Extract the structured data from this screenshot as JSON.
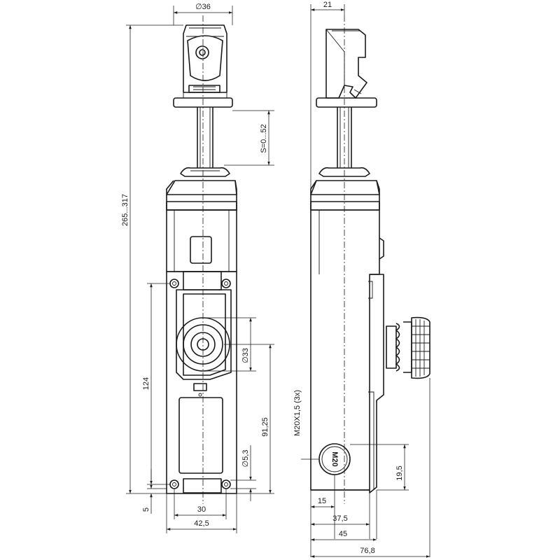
{
  "dimensions": {
    "front": {
      "top_width": "∅36",
      "total_height": "265...317",
      "stroke": "S=0...52",
      "screw_distance": "124",
      "knob_diameter": "∅33",
      "knob_to_bottom": "91,25",
      "hole_diameter": "∅5,3",
      "bottom_offset": "5",
      "hole_spacing": "30",
      "body_width": "42,5"
    },
    "side": {
      "head_depth": "21",
      "conduit_thread": "M20X1,5 (3x)",
      "conduit_height": "19,5",
      "dim_15": "15",
      "dim_37_5": "37,5",
      "dim_45": "45",
      "dim_76_8": "76,8",
      "conduit_label": "M20"
    }
  }
}
